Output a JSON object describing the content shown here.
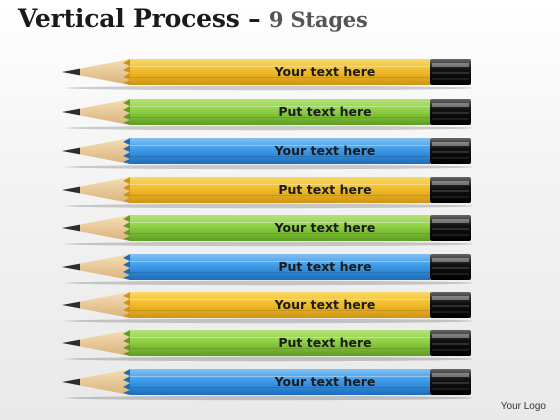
{
  "title": {
    "main": "Vertical Process",
    "dash": "–",
    "sub": "9 Stages"
  },
  "colors": {
    "yellow": "#f1bd2a",
    "green": "#8ed043",
    "blue": "#3e9be8",
    "cap": "#151515"
  },
  "stages": [
    {
      "label": "Your text here",
      "color": "yellow"
    },
    {
      "label": "Put text here",
      "color": "green"
    },
    {
      "label": "Your text here",
      "color": "blue"
    },
    {
      "label": "Put text here",
      "color": "yellow"
    },
    {
      "label": "Your text here",
      "color": "green"
    },
    {
      "label": "Put text here",
      "color": "blue"
    },
    {
      "label": "Your text here",
      "color": "yellow"
    },
    {
      "label": "Put text here",
      "color": "green"
    },
    {
      "label": "Your text here",
      "color": "blue"
    }
  ],
  "logo": "Your Logo"
}
